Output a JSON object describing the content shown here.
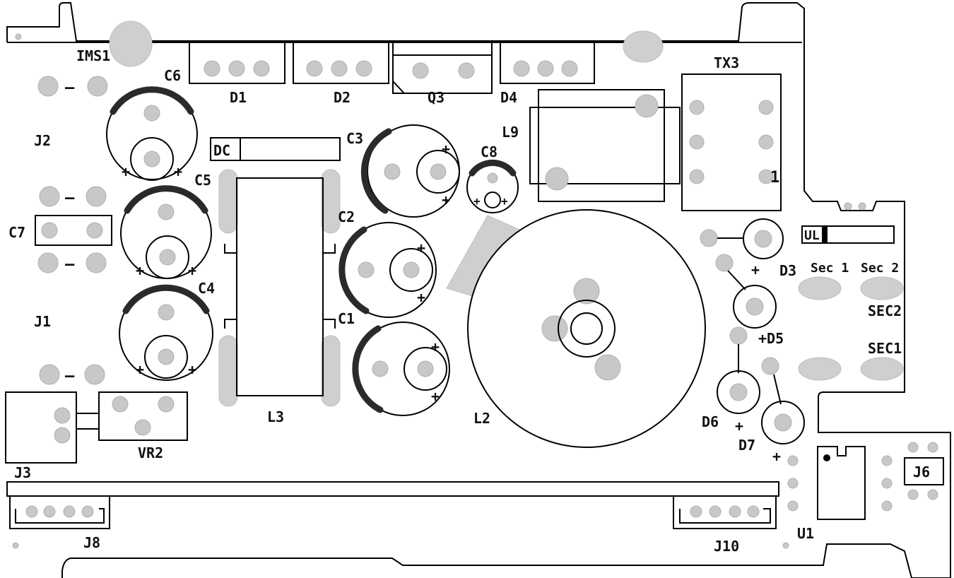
{
  "labels": {
    "ims1": "IMS1",
    "c6": "C6",
    "c5": "C5",
    "c4": "C4",
    "c7": "C7",
    "c3": "C3",
    "c2": "C2",
    "c1": "C1",
    "c8": "C8",
    "j1": "J1",
    "j2": "J2",
    "j3": "J3",
    "j6": "J6",
    "j8": "J8",
    "j10": "J10",
    "d1": "D1",
    "d2": "D2",
    "d3": "D3",
    "d4": "D4",
    "d5": "+D5",
    "d6": "D6",
    "d7": "D7",
    "q3": "Q3",
    "tx3": "TX3",
    "l9": "L9",
    "l3": "L3",
    "l2": "L2",
    "vr2": "VR2",
    "dc": "DC",
    "ul": "UL",
    "u1": "U1",
    "sec1": "SEC1",
    "sec2": "SEC2",
    "sec_1": "Sec 1",
    "sec_2": "Sec 2",
    "tx3_pin1": "1"
  },
  "marks": {
    "plus": "+",
    "minus": "—"
  },
  "colors": {
    "outline": "#000000",
    "pad": "#c8c8c8",
    "background": "#ffffff"
  }
}
